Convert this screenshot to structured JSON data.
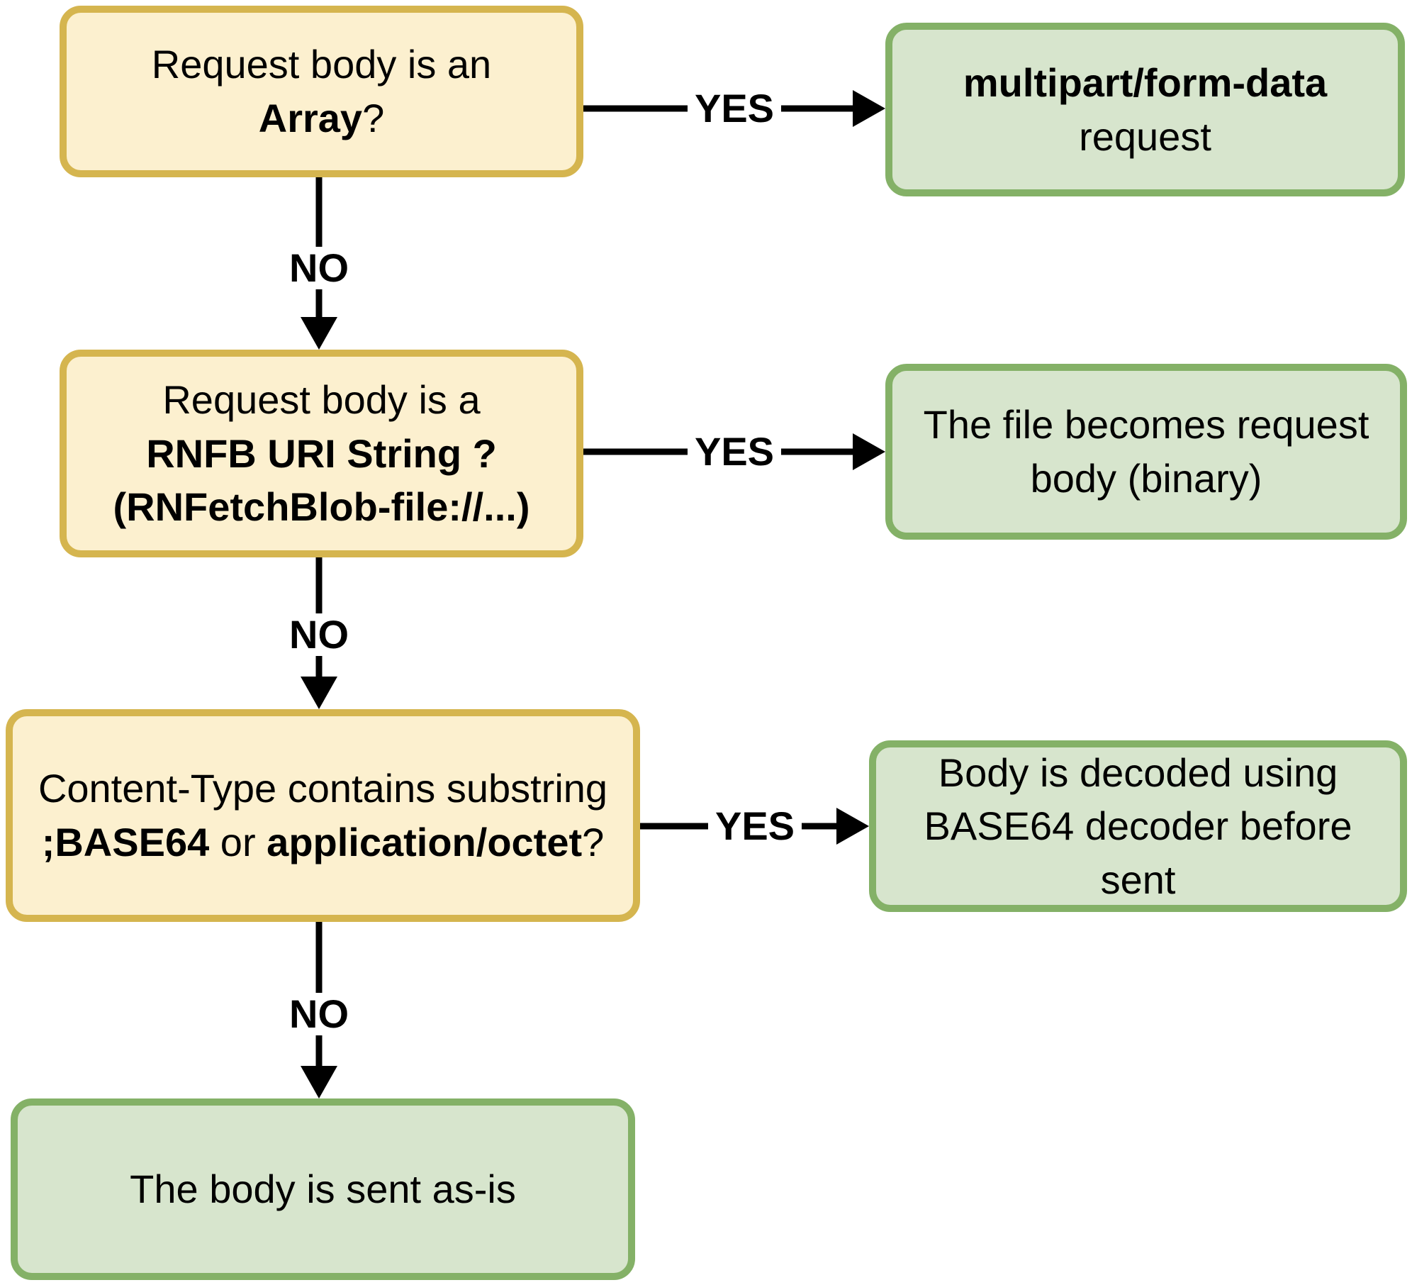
{
  "diagram": {
    "title_hint": "RNFetchBlob request body handling flowchart",
    "colors": {
      "question-fill": "#FCF0CF",
      "question-border": "#D5B54F",
      "result-fill": "#D7E5CD",
      "result-border": "#84B167",
      "arrow-color": "#000000",
      "text-color": "#000000",
      "canvas-bg": "#FFFFFF"
    },
    "questions": {
      "q1": {
        "pre": "Request body is an ",
        "bold": "Array",
        "post": "?"
      },
      "q2": {
        "line1": "Request body is a",
        "line2": "RNFB URI String ?",
        "line3": "(RNFetchBlob-file://...)"
      },
      "q3": {
        "line1": "Content-Type contains substring",
        "bold1": ";BASE64",
        "mid": " or ",
        "bold2": "application/octet",
        "post": "?"
      }
    },
    "results": {
      "a1": {
        "bold": "multipart/form-data",
        "line2": "request"
      },
      "a2": {
        "text": "The file becomes request body (binary)"
      },
      "a3": {
        "text": "Body is decoded using BASE64 decoder before sent"
      },
      "b4": {
        "text": "The body is sent as-is"
      }
    },
    "edges": {
      "yes1": "YES",
      "no1": "NO",
      "yes2": "YES",
      "no2": "NO",
      "yes3": "YES",
      "no3": "NO"
    },
    "flow": [
      {
        "from": "q1",
        "label": "YES",
        "to": "a1"
      },
      {
        "from": "q1",
        "label": "NO",
        "to": "q2"
      },
      {
        "from": "q2",
        "label": "YES",
        "to": "a2"
      },
      {
        "from": "q2",
        "label": "NO",
        "to": "q3"
      },
      {
        "from": "q3",
        "label": "YES",
        "to": "a3"
      },
      {
        "from": "q3",
        "label": "NO",
        "to": "b4"
      }
    ]
  }
}
